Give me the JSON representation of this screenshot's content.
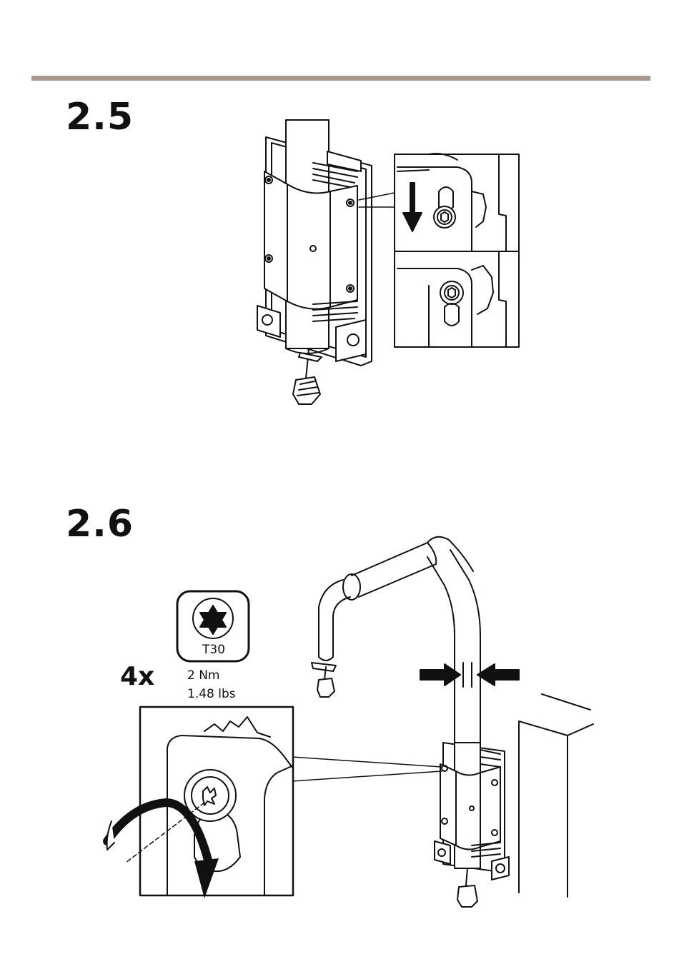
{
  "steps": [
    {
      "number": "2.5"
    },
    {
      "number": "2.6"
    }
  ],
  "tool": {
    "bit": "T30",
    "quantity": "4x",
    "torque_nm": "2 Nm",
    "torque_lbs": "1.48 lbs"
  },
  "colors": {
    "header_rule": "#a89890",
    "line_art": "#111111"
  },
  "icons": [
    "torx-bit-icon",
    "down-arrow-icon",
    "rotate-arrow-icon",
    "squeeze-arrows-icon"
  ]
}
